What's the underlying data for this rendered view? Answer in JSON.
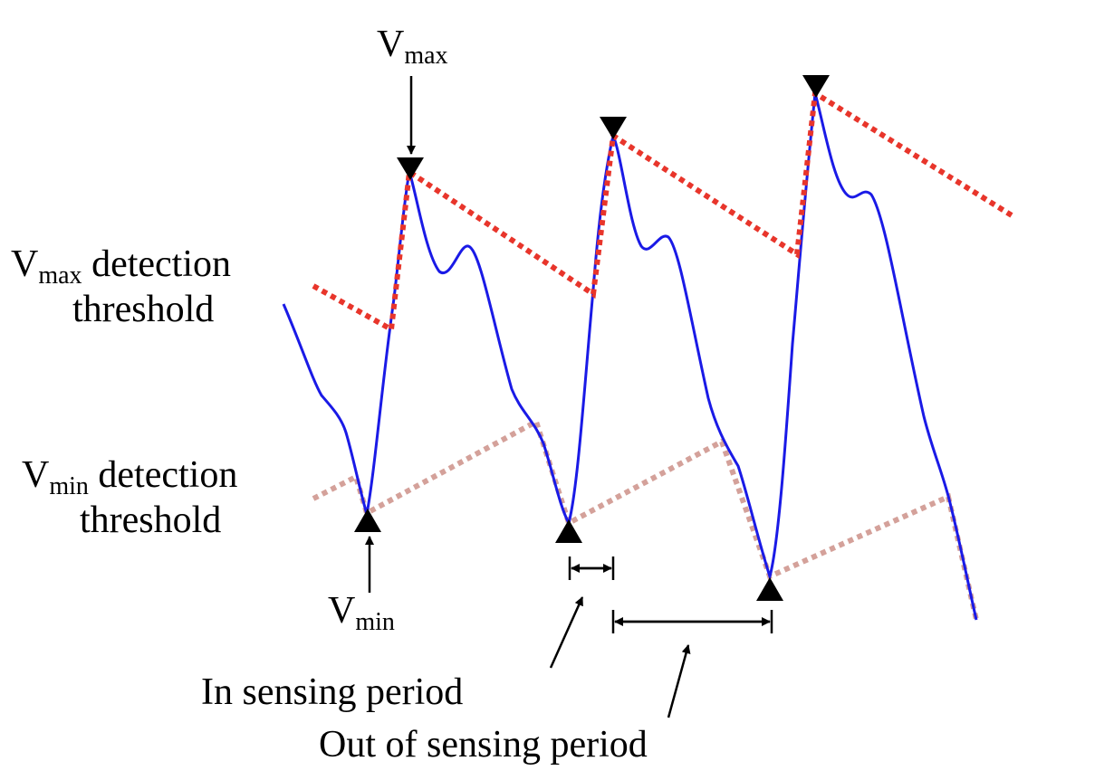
{
  "labels": {
    "vmax_top": {
      "main": "V",
      "sub": "max"
    },
    "vmax_threshold": {
      "main": "V",
      "sub": "max",
      "suffix": " detection",
      "line2": "threshold"
    },
    "vmin_threshold": {
      "main": "V",
      "sub": "min",
      "suffix": " detection",
      "line2": "threshold"
    },
    "vmin_bottom": {
      "main": "V",
      "sub": "min"
    },
    "in_sensing": "In sensing period",
    "out_sensing": "Out of sensing period"
  },
  "colors": {
    "signal": "#1a1ae6",
    "vmax_threshold": "#e8352b",
    "vmin_threshold": "#d4a19a",
    "markers": "#000000"
  }
}
